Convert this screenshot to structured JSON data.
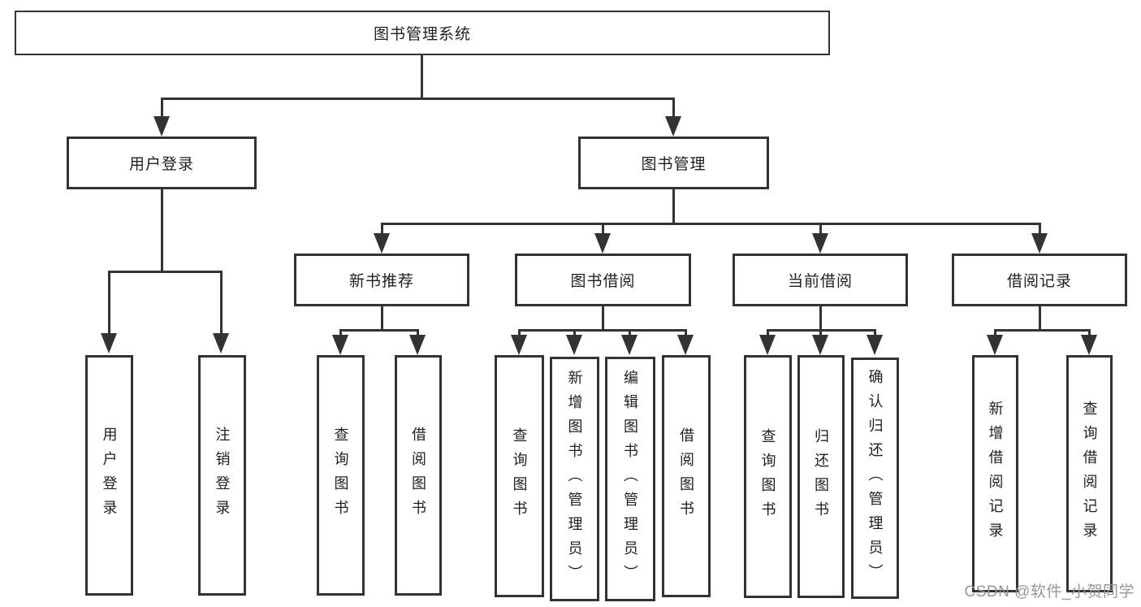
{
  "colors": {
    "background": "#ffffff",
    "line": "#333333",
    "box_border": "#333333",
    "text": "#1f1f1f",
    "watermark": "#969696"
  },
  "tree": {
    "root": {
      "label": "图书管理系统"
    },
    "branches": [
      {
        "label": "用户登录",
        "children": [
          {
            "label": "用户登录"
          },
          {
            "label": "注销登录"
          }
        ]
      },
      {
        "label": "图书管理",
        "children": [
          {
            "label": "新书推荐",
            "children": [
              {
                "label": "查询图书"
              },
              {
                "label": "借阅图书"
              }
            ]
          },
          {
            "label": "图书借阅",
            "children": [
              {
                "label": "查询图书"
              },
              {
                "label": "新增图书（管理员）"
              },
              {
                "label": "编辑图书（管理员）"
              },
              {
                "label": "借阅图书"
              }
            ]
          },
          {
            "label": "当前借阅",
            "children": [
              {
                "label": "查询图书"
              },
              {
                "label": "归还图书"
              },
              {
                "label": "确认归还（管理员）"
              }
            ]
          },
          {
            "label": "借阅记录",
            "children": [
              {
                "label": "新增借阅记录"
              },
              {
                "label": "查询借阅记录"
              }
            ]
          }
        ]
      }
    ]
  },
  "watermark": {
    "text": "CSDN @软件_小贺同学"
  }
}
